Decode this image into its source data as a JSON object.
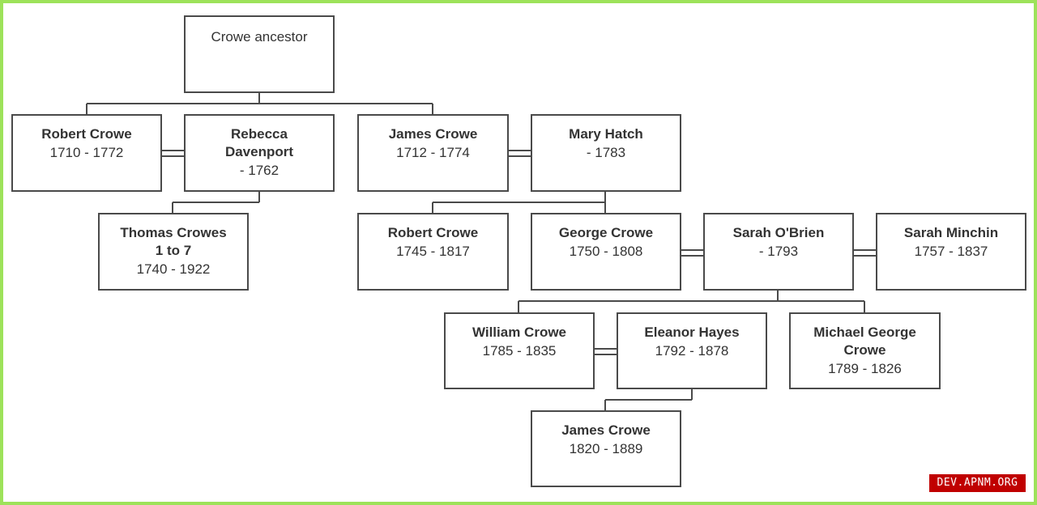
{
  "root": {
    "name": "Crowe ancestor"
  },
  "people": {
    "robert_1710": {
      "name": "Robert Crowe",
      "dates": "1710 - 1772"
    },
    "rebecca": {
      "name": "Rebecca Davenport",
      "dates": "- 1762"
    },
    "james_1712": {
      "name": "James Crowe",
      "dates": "1712 - 1774"
    },
    "mary": {
      "name": "Mary Hatch",
      "dates": "- 1783"
    },
    "thomas": {
      "name": "Thomas Crowes 1 to 7",
      "dates": "1740 - 1922"
    },
    "robert_1745": {
      "name": "Robert Crowe",
      "dates": "1745 - 1817"
    },
    "george": {
      "name": "George Crowe",
      "dates": "1750 - 1808"
    },
    "sarah_obrien": {
      "name": "Sarah O'Brien",
      "dates": "- 1793"
    },
    "sarah_minchin": {
      "name": "Sarah Minchin",
      "dates": "1757 - 1837"
    },
    "william": {
      "name": "William Crowe",
      "dates": "1785 - 1835"
    },
    "eleanor": {
      "name": "Eleanor Hayes",
      "dates": "1792 - 1878"
    },
    "michael": {
      "name": "Michael George Crowe",
      "dates": "1789 - 1826"
    },
    "james_1820": {
      "name": "James Crowe",
      "dates": "1820 - 1889"
    }
  },
  "watermark": "DEV.APNM.ORG",
  "colors": {
    "border": "#9de25a",
    "line": "#4a4a4a",
    "watermark_bg": "#c00000"
  }
}
